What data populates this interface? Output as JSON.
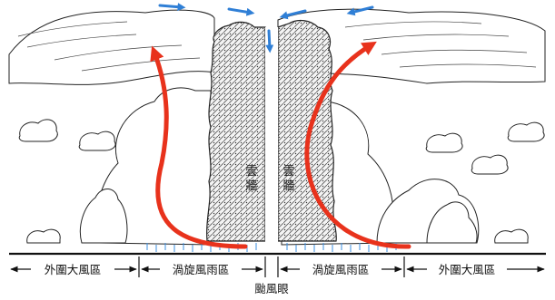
{
  "labels": {
    "eyewall_left": "雲牆",
    "eyewall_right": "雲牆",
    "outer_left": "外圍大風區",
    "rainband_left": "渦旋風雨區",
    "rainband_right": "渦旋風雨區",
    "outer_right": "外圍大風區",
    "eye": "颱風眼"
  },
  "colors": {
    "updraft_arrow": "#e8321c",
    "outflow_arrow": "#2f7fd6",
    "rain": "#3b8fe0",
    "ink": "#111111"
  },
  "icons": {
    "boundary_arrow": "left-right-arrow"
  }
}
